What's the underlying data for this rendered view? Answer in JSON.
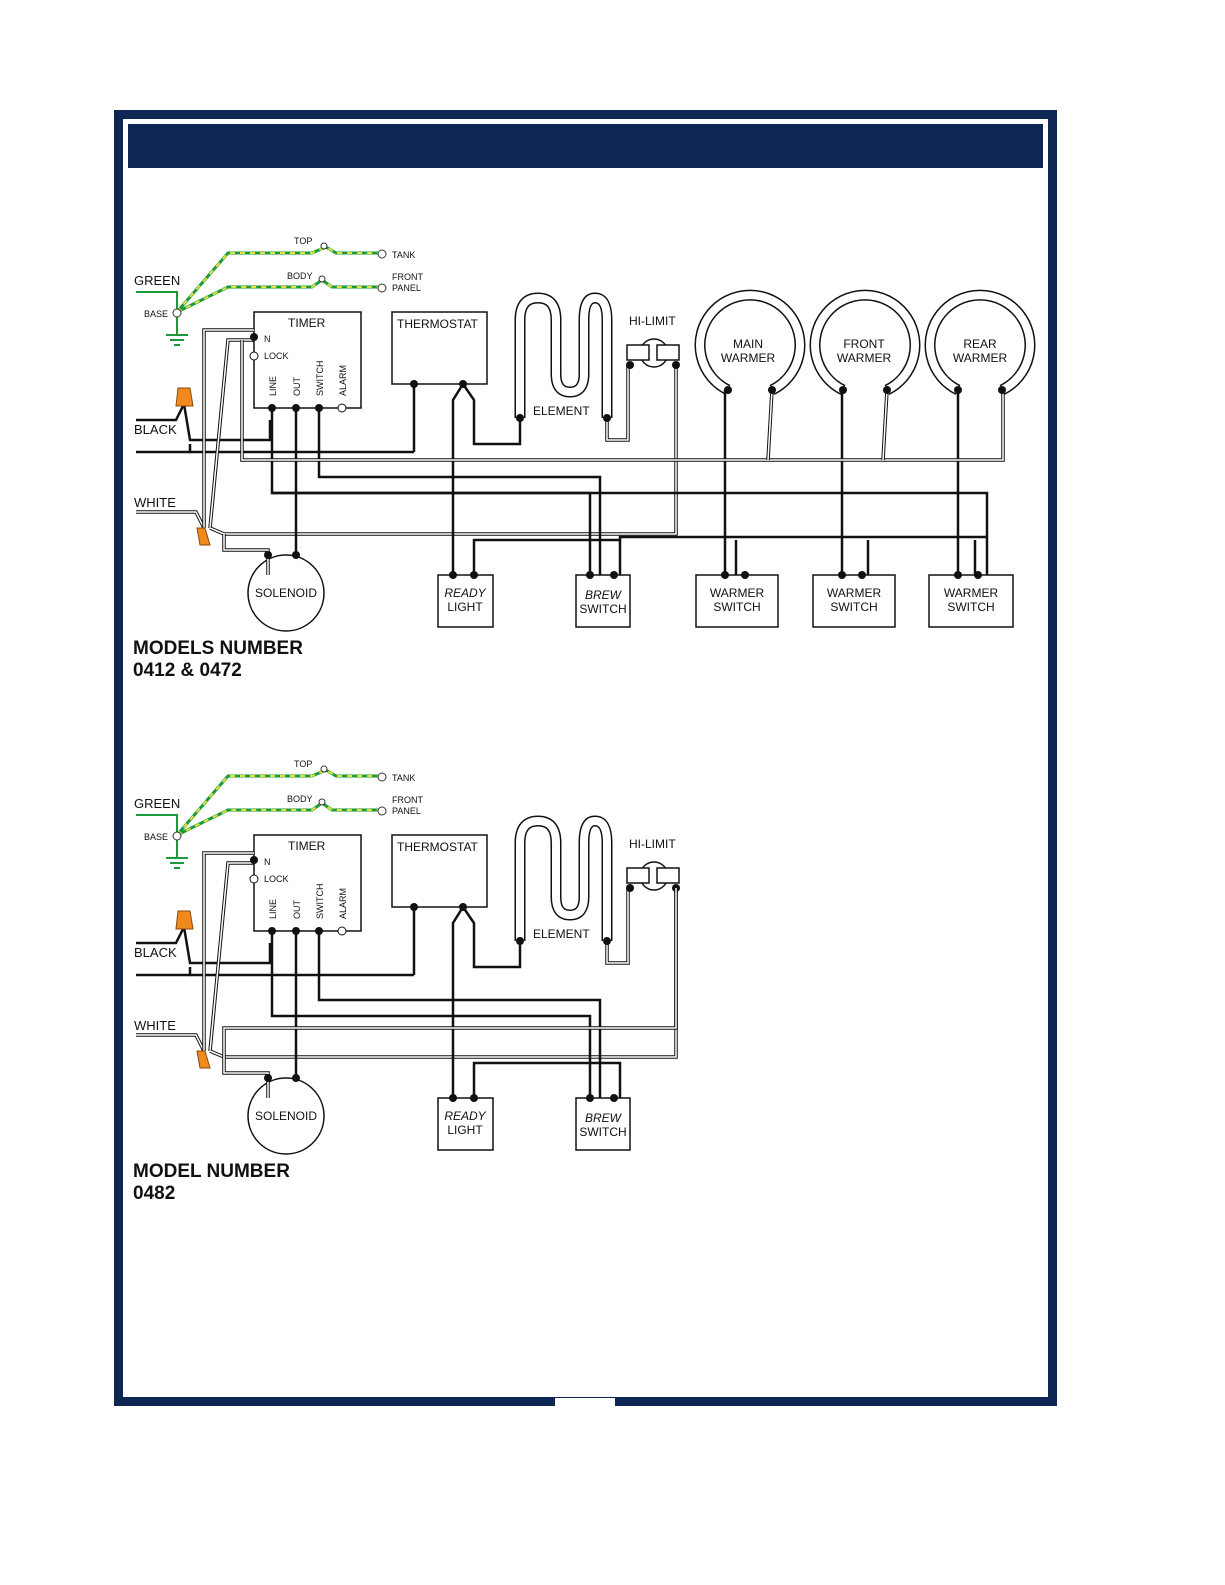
{
  "colors": {
    "frame": "#0d2654",
    "ground_wire": "#1a9a3a",
    "ground_stripe": "#e2e23a",
    "wire_nut": "#f08a1c",
    "wire": "#111111"
  },
  "diagram_a": {
    "model_title_line1": "MODELS NUMBER",
    "model_title_line2": "0412 & 0472",
    "labels": {
      "top": "TOP",
      "tank": "TANK",
      "green": "GREEN",
      "body": "BODY",
      "front": "FRONT",
      "panel": "PANEL",
      "base": "BASE",
      "timer": "TIMER",
      "n": "N",
      "lock": "LOCK",
      "line": "LINE",
      "out": "OUT",
      "switch": "SWITCH",
      "alarm": "ALARM",
      "thermostat": "THERMOSTAT",
      "element": "ELEMENT",
      "hi_limit": "HI-LIMIT",
      "black": "BLACK",
      "white": "WHITE",
      "solenoid": "SOLENOID",
      "ready_1": "READY",
      "ready_2": "LIGHT",
      "brew_1": "BREW",
      "brew_2": "SWITCH",
      "main_1": "MAIN",
      "main_2": "WARMER",
      "front_1": "FRONT",
      "front_2": "WARMER",
      "rear_1": "REAR",
      "rear_2": "WARMER",
      "ws1_1": "WARMER",
      "ws1_2": "SWITCH",
      "ws2_1": "WARMER",
      "ws2_2": "SWITCH",
      "ws3_1": "WARMER",
      "ws3_2": "SWITCH"
    }
  },
  "diagram_b": {
    "model_title_line1": "MODEL NUMBER",
    "model_title_line2": "0482",
    "labels": {
      "top": "TOP",
      "tank": "TANK",
      "green": "GREEN",
      "body": "BODY",
      "front": "FRONT",
      "panel": "PANEL",
      "base": "BASE",
      "timer": "TIMER",
      "n": "N",
      "lock": "LOCK",
      "line": "LINE",
      "out": "OUT",
      "switch": "SWITCH",
      "alarm": "ALARM",
      "thermostat": "THERMOSTAT",
      "element": "ELEMENT",
      "hi_limit": "HI-LIMIT",
      "black": "BLACK",
      "white": "WHITE",
      "solenoid": "SOLENOID",
      "ready_1": "READY",
      "ready_2": "LIGHT",
      "brew_1": "BREW",
      "brew_2": "SWITCH"
    }
  }
}
